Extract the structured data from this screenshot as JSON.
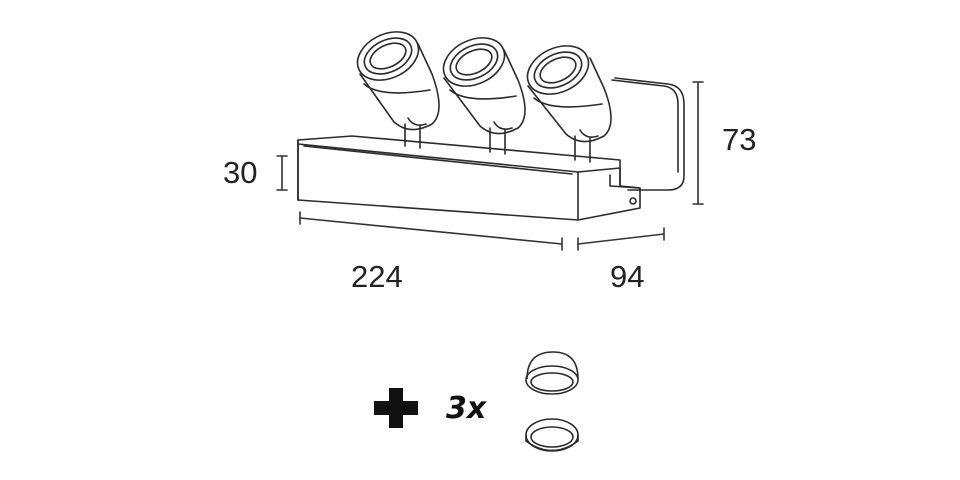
{
  "dimensions": {
    "width": "224",
    "depth": "94",
    "front_height": "30",
    "total_height": "73"
  },
  "accessory": {
    "quantity": "3x"
  },
  "colors": {
    "line": "#2b2b2b",
    "dimension_line": "#333333",
    "plus_sign": "#111111"
  }
}
